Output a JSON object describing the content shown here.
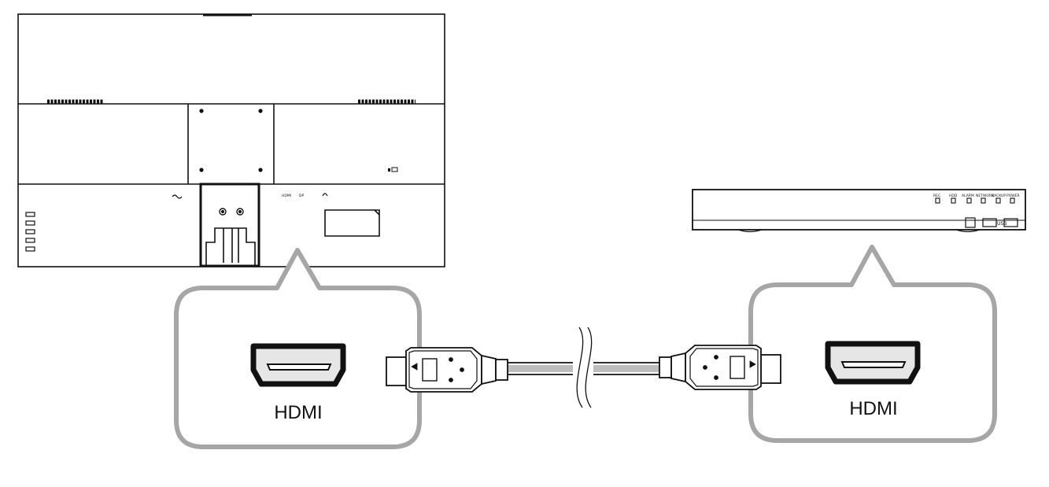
{
  "monitor": {
    "port_labels": [
      "HDMI",
      "DP"
    ]
  },
  "recorder": {
    "status_labels": [
      "REC",
      "HDD",
      "ALARM",
      "NETWORK",
      "BACKUP",
      "POWER"
    ],
    "usb_label": "USB"
  },
  "callouts": {
    "left_port": "HDMI",
    "right_port": "HDMI"
  }
}
